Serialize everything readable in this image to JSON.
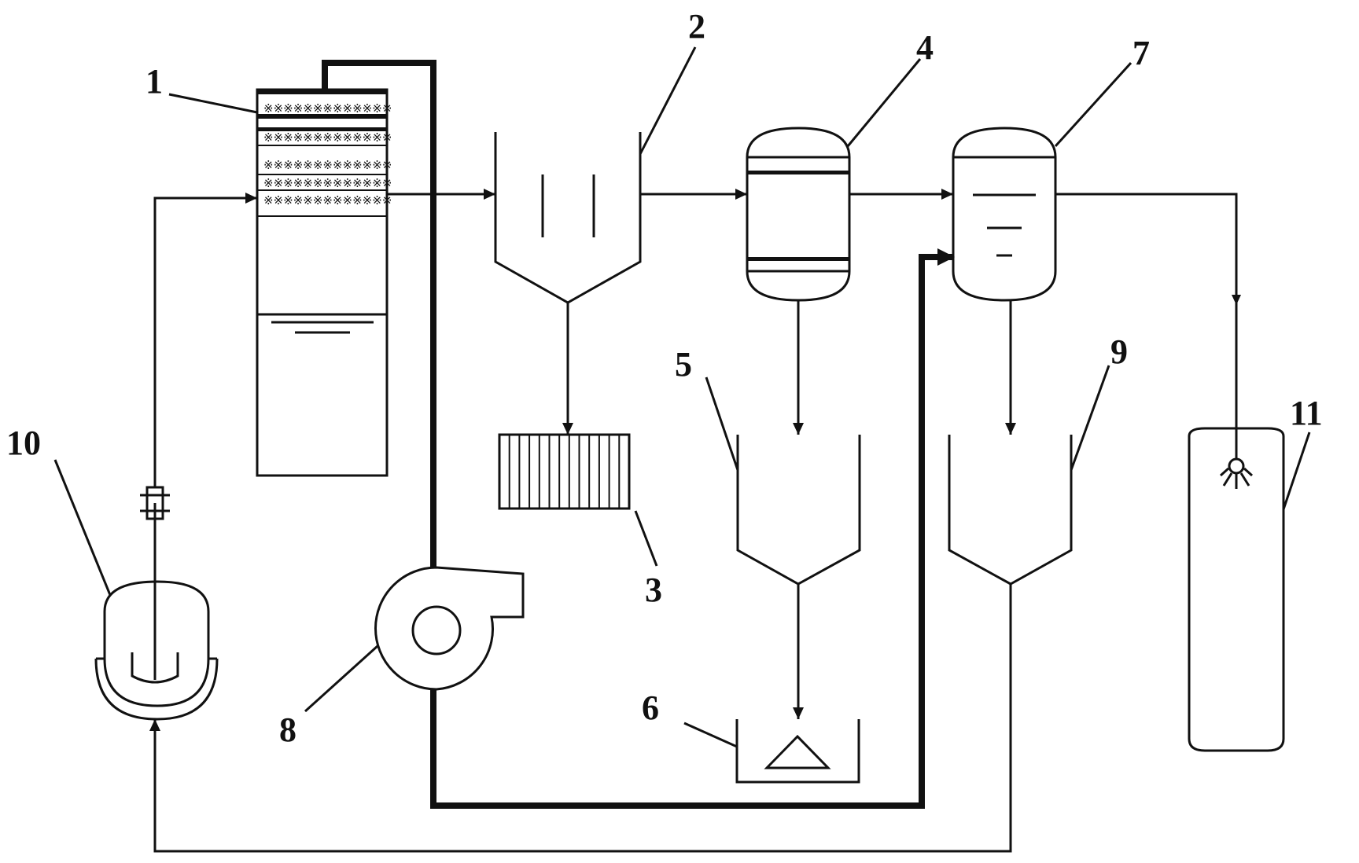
{
  "labels": {
    "n1": "1",
    "n2": "2",
    "n3": "3",
    "n4": "4",
    "n5": "5",
    "n6": "6",
    "n7": "7",
    "n8": "8",
    "n9": "9",
    "n10": "10",
    "n11": "11"
  },
  "packing_pattern": "※※※※※※※※※※※※※",
  "colors": {
    "line": "#111111",
    "background": "#ffffff"
  }
}
